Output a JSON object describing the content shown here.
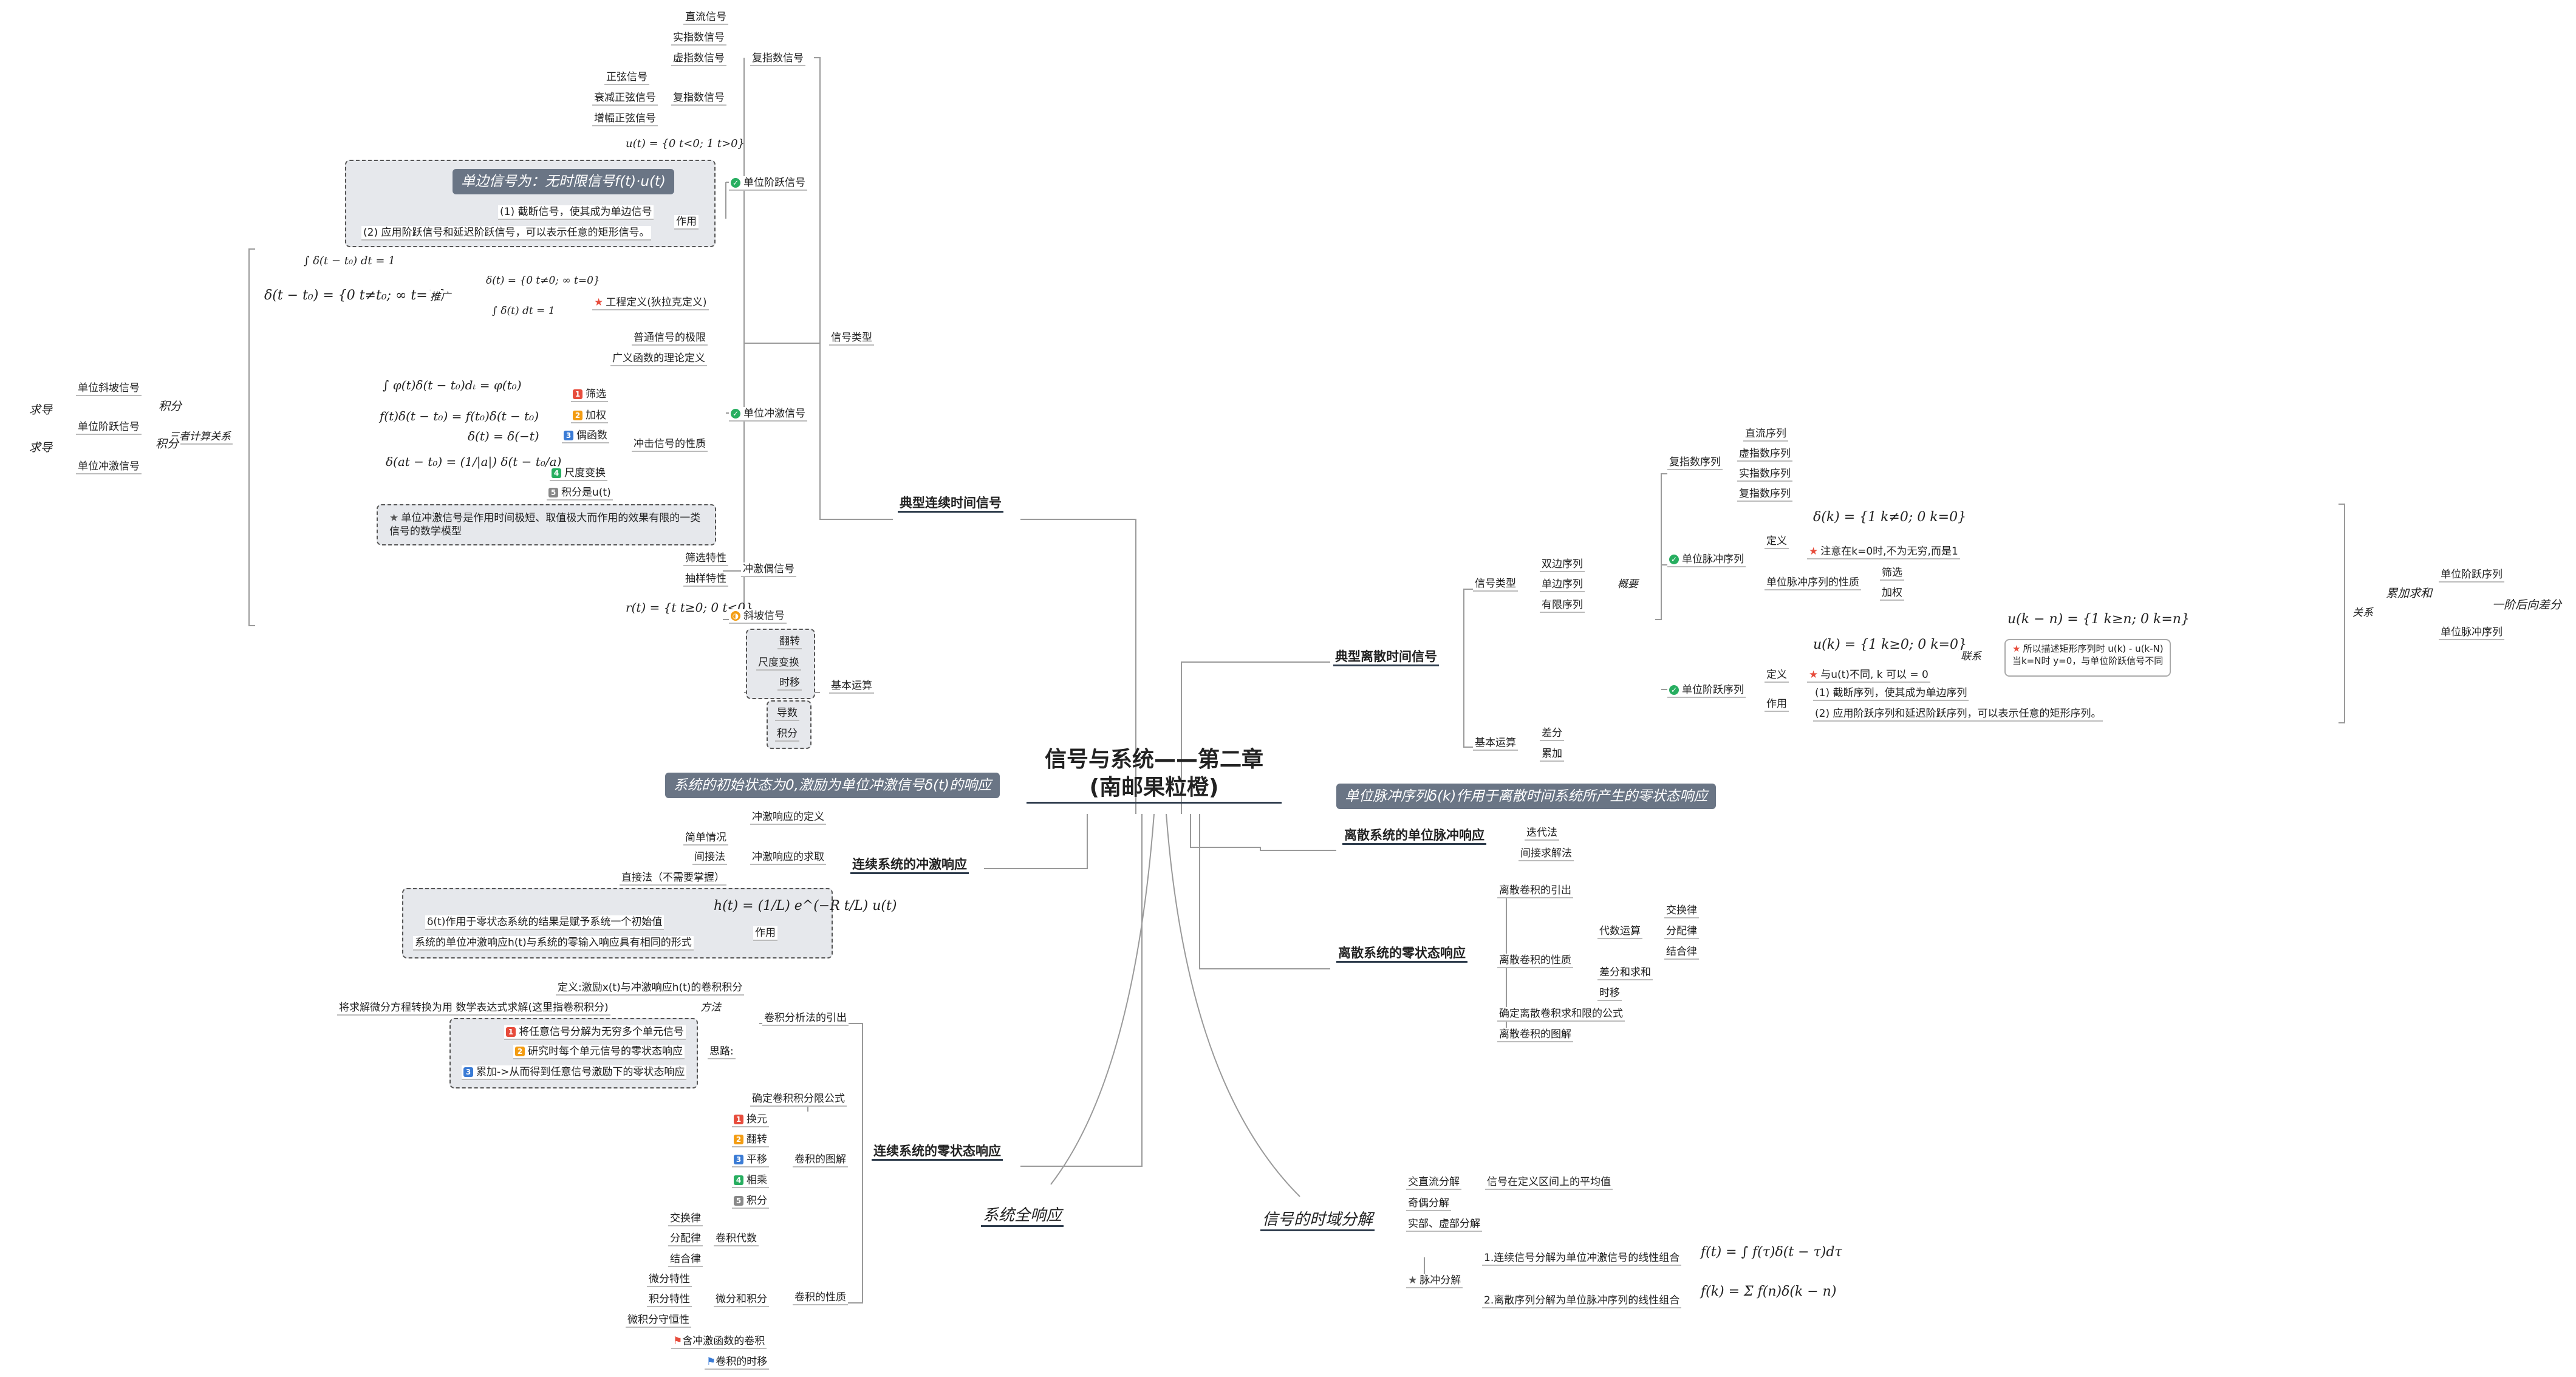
{
  "root": {
    "line1": "信号与系统——第二章",
    "line2": "(南邮果粒橙)"
  },
  "left": {
    "typical_ct": "典型连续时间信号",
    "signal_type": "信号类型",
    "complex_exp": "复指数信号",
    "complex_children": [
      "直流信号",
      "实指数信号",
      "虚指数信号"
    ],
    "complex_sine": "复指数信号",
    "sine_children": [
      "正弦信号",
      "衰减正弦信号",
      "增幅正弦信号"
    ],
    "unit_step": "单位阶跃信号",
    "step_formula": "u(t) = {0 t<0; 1 t>0}",
    "step_callout": "单边信号为：无时限信号f(t)·u(t)",
    "step_use": "作用",
    "step_use_items": [
      "(1) 截断信号，使其成为单边信号",
      "(2) 应用阶跃信号和延迟阶跃信号，可以表示任意的矩形信号。"
    ],
    "unit_impulse": "单位冲激信号",
    "impulse_def_integral": "∫ δ(t − t₀) dt = 1",
    "impulse_def": "δ(t − t₀) = {0 t≠t₀; ∞ t=t₀}",
    "generalize": "推广",
    "delta_def": "δ(t) = {0 t≠0; ∞ t=0}",
    "delta_int": "∫ δ(t) dt = 1",
    "eng_def": "工程定义(狄拉克定义)",
    "limit": "普通信号的极限",
    "gen_func": "广义函数的理论定义",
    "props": "冲击信号的性质",
    "sift_formula": "∫ φ(t)δ(t − t₀)dₜ = φ(t₀)",
    "sift": "筛选",
    "weight_formula": "f(t)δ(t − t₀) = f(t₀)δ(t − t₀)",
    "weight": "加权",
    "even_formula": "δ(t) = δ(−t)",
    "even": "偶函数",
    "scale_formula": "δ(at − t₀) = (1/|a|) δ(t − t₀/a)",
    "scale": "尺度变换",
    "integral_u": "积分是u(t)",
    "impulse_note": "单位冲激信号是作用时间极短、取值极大而作用的效果有限的一类信号的数学模型",
    "impulse_couple": "冲激偶信号",
    "couple_children": [
      "筛选特性",
      "抽样特性"
    ],
    "ramp": "斜坡信号",
    "ramp_formula": "r(t) = {t t≥0; 0 t<0}",
    "basic_ops": "基本运算",
    "ops1": [
      "翻转",
      "尺度变换",
      "时移"
    ],
    "ops2": [
      "导数",
      "积分"
    ],
    "relation": "三者计算关系",
    "rel_items": [
      "单位斜坡信号",
      "单位阶跃信号",
      "单位冲激信号"
    ],
    "rel_derive": "求导",
    "rel_integrate": "积分",
    "ct_impulse_resp": "连续系统的冲激响应",
    "ct_callout": "系统的初始状态为0,激励为单位冲激信号δ(t)的响应",
    "imp_def": "冲激响应的定义",
    "imp_solve": "冲激响应的求取",
    "simple": "简单情况",
    "indirect": "间接法",
    "direct": "直接法（不需要掌握）",
    "h_formula": "h(t) = (1/L) e^(−R t/L) u(t)",
    "role": "作用",
    "role_items": [
      "δ(t)作用于零状态系统的结果是赋予系统一个初始值",
      "系统的单位冲激响应h(t)与系统的零输入响应具有相同的形式"
    ],
    "ct_zero_state": "连续系统的零状态响应",
    "conv_intro": "卷积分析法的引出",
    "conv_def": "定义:激励x(t)与冲激响应h(t)的卷积积分",
    "conv_method": "将求解微分方程转换为用 数学表达式求解(这里指卷积积分)",
    "method": "方法",
    "thought": "思路:",
    "thought_items": [
      "将任意信号分解为无穷多个单元信号",
      "研究时每个单元信号的零状态响应",
      "累加->从而得到任意信号激励下的零状态响应"
    ],
    "conv_limits": "确定卷积积分限公式",
    "conv_graph": "卷积的图解",
    "graph_items": [
      "换元",
      "翻转",
      "平移",
      "相乘",
      "积分"
    ],
    "conv_props": "卷积的性质",
    "conv_alg": "卷积代数",
    "alg_items": [
      "交换律",
      "分配律",
      "结合律"
    ],
    "diff_int": "微分和积分",
    "diff_items": [
      "微分特性",
      "积分特性",
      "微积分守恒性"
    ],
    "conv_impulse": "含冲激函数的卷积",
    "conv_shift": "卷积的时移",
    "full_resp": "系统全响应"
  },
  "right": {
    "typical_dt": "典型离散时间信号",
    "dt_signal_type": "信号类型",
    "dt_types": [
      "双边序列",
      "单边序列",
      "有限序列"
    ],
    "overview": "概要",
    "complex_seq": "复指数序列",
    "complex_seq_children": [
      "直流序列",
      "虚指数序列",
      "实指数序列",
      "复指数序列"
    ],
    "unit_pulse": "单位脉冲序列",
    "def": "定义",
    "pulse_formula": "δ(k) = {1 k≠0; 0 k=0}",
    "pulse_note": "注意在k=0时,不为无穷,而是1",
    "pulse_props": "单位脉冲序列的性质",
    "pulse_prop_items": [
      "筛选",
      "加权"
    ],
    "unit_step_seq": "单位阶跃序列",
    "step_seq_formula": "u(k) = {1 k≥0; 0 k=0}",
    "step_seq_note": "与u(t)不同, k 可以 = 0",
    "connection": "联系",
    "shift_formula": "u(k − n) = {1 k≥n; 0 k=n}",
    "shift_note": "所以描述矩形序列时 u(k) - u(k-N) 当k=N时 y=0，与单位阶跃信号不同",
    "step_use": "作用",
    "step_use_items": [
      "(1) 截断序列，使其成为单边序列",
      "(2) 应用阶跃序列和延迟阶跃序列，可以表示任意的矩形序列。"
    ],
    "relation": "关系",
    "relation_items": [
      "单位阶跃序列",
      "单位脉冲序列"
    ],
    "cumsum": "累加求和",
    "backdiff": "一阶后向差分",
    "dt_basic_ops": "基本运算",
    "dt_ops": [
      "差分",
      "累加"
    ],
    "dt_impulse_resp": "离散系统的单位脉冲响应",
    "dt_callout": "单位脉冲序列δ(k)作用于离散时间系统所产生的零状态响应",
    "dt_imp_items": [
      "迭代法",
      "间接求解法"
    ],
    "dt_zero_state": "离散系统的零状态响应",
    "dt_conv_intro": "离散卷积的引出",
    "dt_conv_props": "离散卷积的性质",
    "dt_alg": "代数运算",
    "dt_alg_items": [
      "交换律",
      "分配律",
      "结合律"
    ],
    "dt_diff_sum": "差分和求和",
    "dt_shift": "时移",
    "dt_limits": "确定离散卷积求和限的公式",
    "dt_graph": "离散卷积的图解",
    "time_decomp": "信号的时域分解",
    "dc_ac": "交直流分解",
    "dc_note": "信号在定义区间上的平均值",
    "odd_even": "奇偶分解",
    "real_imag": "实部、虚部分解",
    "pulse_decomp": "脉冲分解",
    "pd1": "1.连续信号分解为单位冲激信号的线性组合",
    "pd1_formula": "f(t) = ∫ f(τ)δ(t − τ)dτ",
    "pd2": "2.离散序列分解为单位脉冲序列的线性组合",
    "pd2_formula": "f(k) = Σ f(n)δ(k − n)"
  },
  "colors": {
    "branch": "#f0a000",
    "line": "#9a9a9a",
    "callout": "#6a7585",
    "underline": "#2f3d4d"
  }
}
